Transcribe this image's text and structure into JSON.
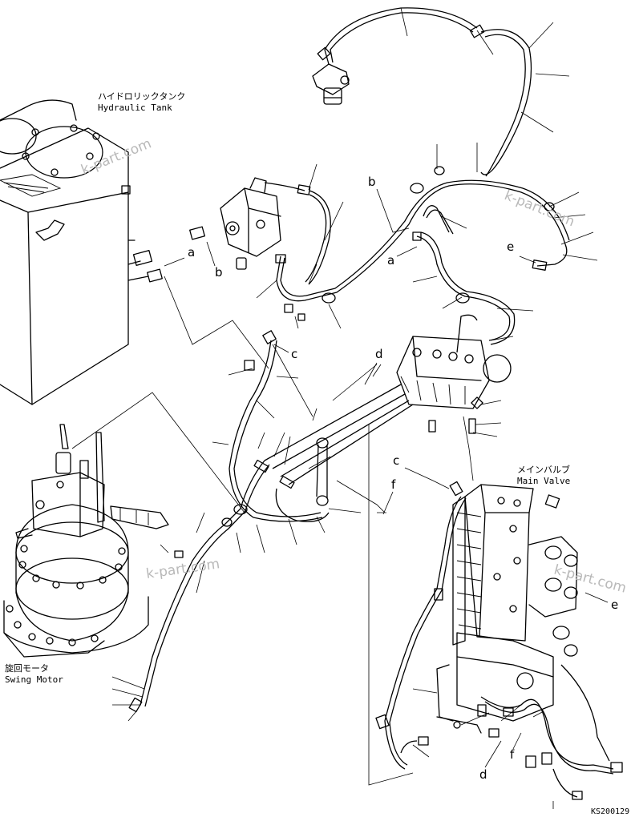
{
  "labels": {
    "hydraulic_tank_jp": "ハイドロリックタンク",
    "hydraulic_tank_en": "Hydraulic Tank",
    "main_valve_jp": "メインバルブ",
    "main_valve_en": "Main Valve",
    "swing_motor_jp": "旋回モータ",
    "swing_motor_en": "Swing Motor",
    "drawing_code": "KS200129"
  },
  "callouts": {
    "a": "a",
    "b": "b",
    "c": "c",
    "d": "d",
    "e": "e",
    "f": "f"
  },
  "watermark": "k-part.com",
  "colors": {
    "line": "#000000",
    "watermark": "#b9b9b9",
    "background": "#ffffff"
  }
}
